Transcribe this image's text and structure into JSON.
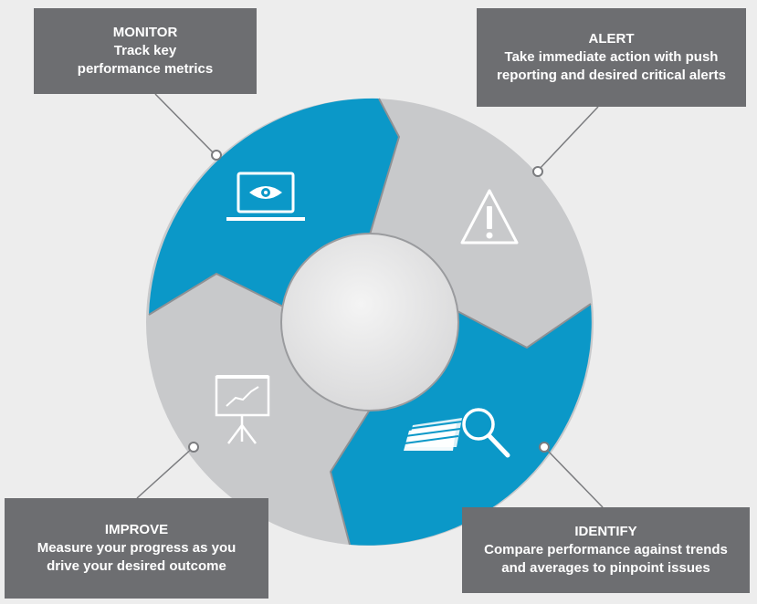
{
  "colors": {
    "background": "#ededed",
    "blue": "#0b98c8",
    "gray_segment": "#c8c9cb",
    "box": "#6d6e71",
    "connector": "#7b7c7f"
  },
  "icons": {
    "monitor": "laptop-eye-icon",
    "alert": "warning-triangle-icon",
    "identify": "documents-magnifier-icon",
    "improve": "presentation-chart-icon"
  },
  "callouts": {
    "monitor": {
      "title": "MONITOR",
      "lines": [
        "Track key",
        "performance metrics"
      ]
    },
    "alert": {
      "title": "ALERT",
      "lines": [
        "Take immediate action with push",
        "reporting and desired critical alerts"
      ]
    },
    "improve": {
      "title": "IMPROVE",
      "lines": [
        "Measure your progress as you",
        "drive your desired outcome"
      ]
    },
    "identify": {
      "title": "IDENTIFY",
      "lines": [
        "Compare performance against trends",
        "and averages to pinpoint issues"
      ]
    }
  }
}
